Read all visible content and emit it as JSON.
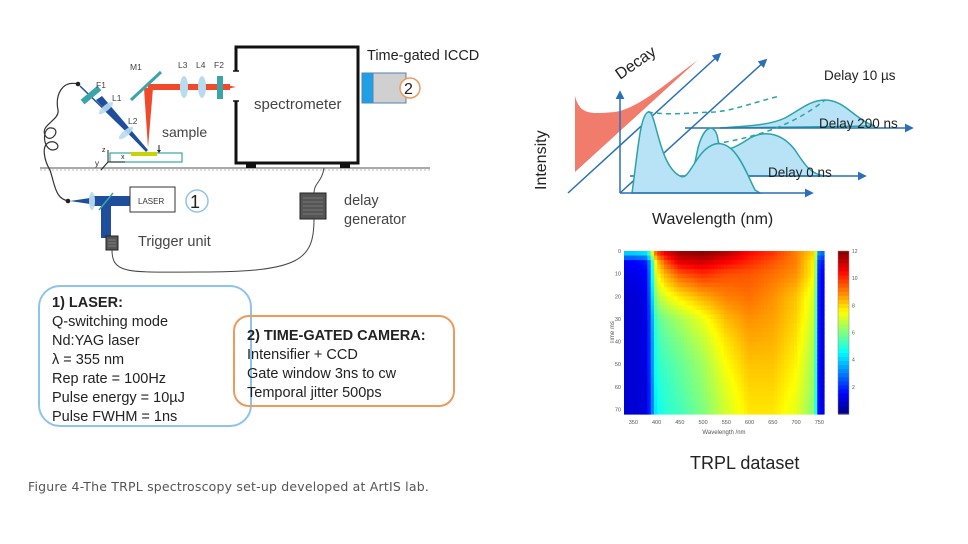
{
  "setup_diagram": {
    "components": {
      "f1": "F1",
      "l1": "L1",
      "l2": "L2",
      "m1": "M1",
      "l3": "L3",
      "l4": "L4",
      "f2": "F2",
      "sample": "sample",
      "spectrometer": "spectrometer",
      "iccd": "Time-gated ICCD",
      "iccd_marker": "2",
      "laser": "LASER",
      "laser_marker": "1",
      "trigger_unit": "Trigger unit",
      "delay_generator_line1": "delay",
      "delay_generator_line2": "generator",
      "axis_z": "z",
      "axis_y": "y",
      "axis_x": "x"
    },
    "colors": {
      "laser_beam": "#1f4e9c",
      "emission_beam": "#f04a2a",
      "optics": "#3aa5a8",
      "sample_film": "#c8d400",
      "iccd_front": "#1ea0e6",
      "laser_box_border": "#8fc3ea",
      "camera_box_border": "#ee9a5b"
    }
  },
  "laser_box": {
    "title": "1) LASER:",
    "lines": [
      "Q-switching mode",
      "Nd:YAG laser",
      "λ = 355 nm",
      "Rep rate = 100Hz",
      "Pulse energy = 10µJ",
      "Pulse FWHM = 1ns"
    ]
  },
  "camera_box": {
    "title": "2) TIME-GATED CAMERA:",
    "lines": [
      "Intensifier + CCD",
      "Gate window 3ns to cw",
      "Temporal jitter 500ps"
    ]
  },
  "schematic": {
    "y_label": "Intensity",
    "x_label": "Wavelength (nm)",
    "decay_label": "Decay",
    "delays": [
      "Delay 0 ns",
      "Delay 200 ns",
      "Delay 10 µs"
    ]
  },
  "chart_data": {
    "type": "heatmap",
    "title": "TRPL dataset",
    "xlabel": "Wavelength /nm",
    "ylabel": "Time /ns",
    "x_ticks": [
      350,
      400,
      450,
      500,
      550,
      600,
      650,
      700,
      750
    ],
    "y_ticks": [
      0,
      10,
      20,
      30,
      40,
      50,
      60,
      70
    ],
    "xlim": [
      330,
      760
    ],
    "ylim": [
      0,
      72
    ],
    "colorbar_ticks": [
      2,
      4,
      6,
      8,
      10,
      12
    ],
    "colorbar_range": [
      0,
      12
    ],
    "colormap": "jet",
    "description": "Emission between ~395 nm and ~745 nm; intensity highest (~12) near t=0 around 450-550 nm, decaying with time; long-time signal centered ~600 nm (~8); outside band ~1-2.",
    "sample_grid": {
      "wavelengths": [
        350,
        380,
        400,
        420,
        450,
        500,
        550,
        600,
        650,
        700,
        740,
        750
      ],
      "times": [
        0,
        5,
        10,
        20,
        30,
        40,
        50,
        60,
        70
      ],
      "values": [
        [
          4.5,
          4.8,
          10.0,
          11.0,
          11.8,
          12.0,
          11.5,
          10.5,
          10.0,
          9.0,
          8.0,
          3.0
        ],
        [
          1.5,
          1.8,
          8.0,
          9.5,
          10.8,
          11.0,
          10.5,
          10.0,
          9.5,
          9.0,
          7.5,
          1.8
        ],
        [
          1.2,
          1.5,
          7.5,
          8.5,
          9.5,
          10.0,
          9.6,
          9.5,
          9.2,
          8.8,
          7.5,
          1.5
        ],
        [
          1.0,
          1.3,
          6.5,
          7.2,
          7.8,
          8.5,
          9.0,
          9.2,
          8.8,
          8.2,
          7.0,
          1.4
        ],
        [
          1.0,
          1.2,
          5.5,
          6.0,
          6.5,
          7.3,
          8.3,
          8.8,
          8.6,
          8.0,
          6.8,
          1.3
        ],
        [
          1.0,
          1.2,
          5.2,
          5.6,
          6.0,
          6.8,
          7.8,
          8.5,
          8.4,
          7.8,
          6.5,
          1.3
        ],
        [
          1.0,
          1.2,
          5.0,
          5.3,
          5.7,
          6.4,
          7.5,
          8.2,
          8.2,
          7.6,
          6.3,
          1.2
        ],
        [
          1.0,
          1.1,
          4.8,
          5.1,
          5.5,
          6.2,
          7.2,
          8.0,
          8.0,
          7.4,
          6.2,
          1.2
        ],
        [
          1.0,
          1.1,
          4.6,
          5.0,
          5.3,
          6.0,
          7.0,
          7.8,
          7.8,
          7.2,
          6.0,
          1.2
        ]
      ]
    }
  },
  "caption": "Figure 4-The TRPL spectroscopy set-up developed at ArtIS lab."
}
